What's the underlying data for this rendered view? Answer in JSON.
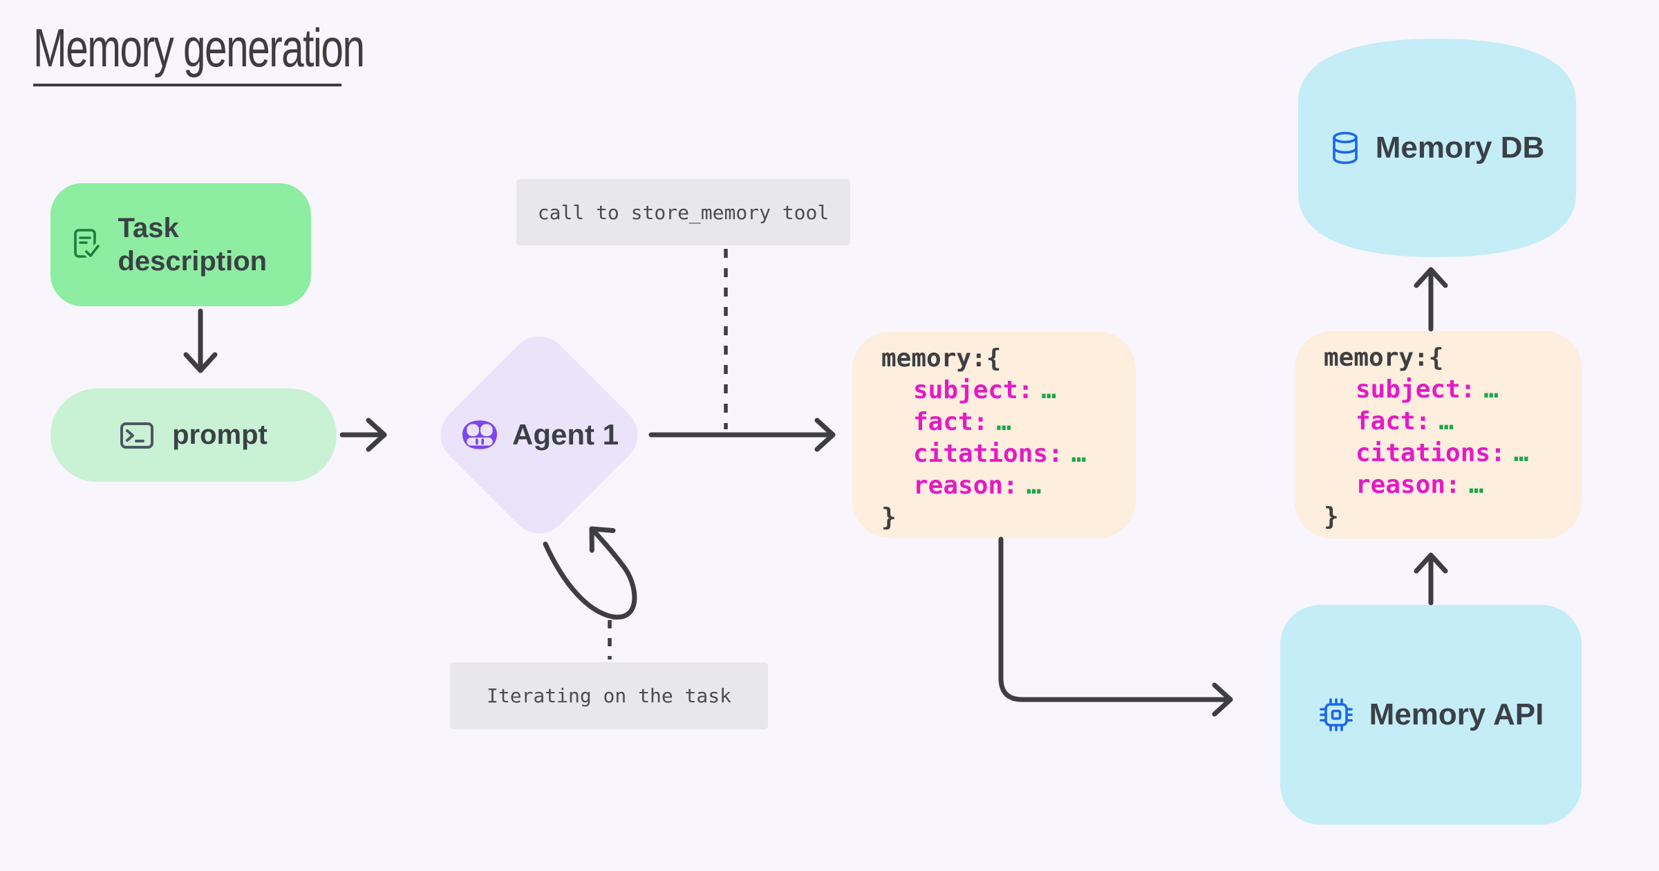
{
  "title": {
    "text": "Memory generation"
  },
  "nodes": {
    "task": {
      "label": "Task description",
      "icon": "document-check-icon",
      "fill": "#8deda0"
    },
    "prompt": {
      "label": "prompt",
      "icon": "terminal-icon",
      "fill": "#c9f2d4"
    },
    "agent": {
      "label": "Agent 1",
      "icon": "robot-icon",
      "fill": "#ebe3f9"
    },
    "memory_api": {
      "label": "Memory API",
      "icon": "chip-icon",
      "fill": "#c4edf7"
    },
    "memory_db": {
      "label": "Memory DB",
      "icon": "database-icon",
      "fill": "#c4edf7"
    }
  },
  "annotations": {
    "store_memory": "call to store_memory tool",
    "iterating": "Iterating on the task"
  },
  "memory_object": {
    "open": "memory:{",
    "fields": [
      {
        "key": "subject:",
        "value": "…"
      },
      {
        "key": "fact:",
        "value": "…"
      },
      {
        "key": "citations:",
        "value": "…"
      },
      {
        "key": "reason:",
        "value": "…"
      }
    ],
    "close": "}"
  },
  "colors": {
    "background": "#f8f5fc",
    "task_fill": "#8deda0",
    "prompt_fill": "#c9f2d4",
    "agent_fill": "#ebe3f9",
    "agent_icon_purple": "#7b46ee",
    "memory_fill": "#fdeedd",
    "cyan_fill": "#c4edf7",
    "blue_icon": "#1a67e6",
    "green_icon": "#1b7c3d",
    "note_fill": "#e8e7e9",
    "key_magenta": "#e41ac6",
    "value_green": "#1ca64a",
    "line_dark": "#3e3d41"
  }
}
